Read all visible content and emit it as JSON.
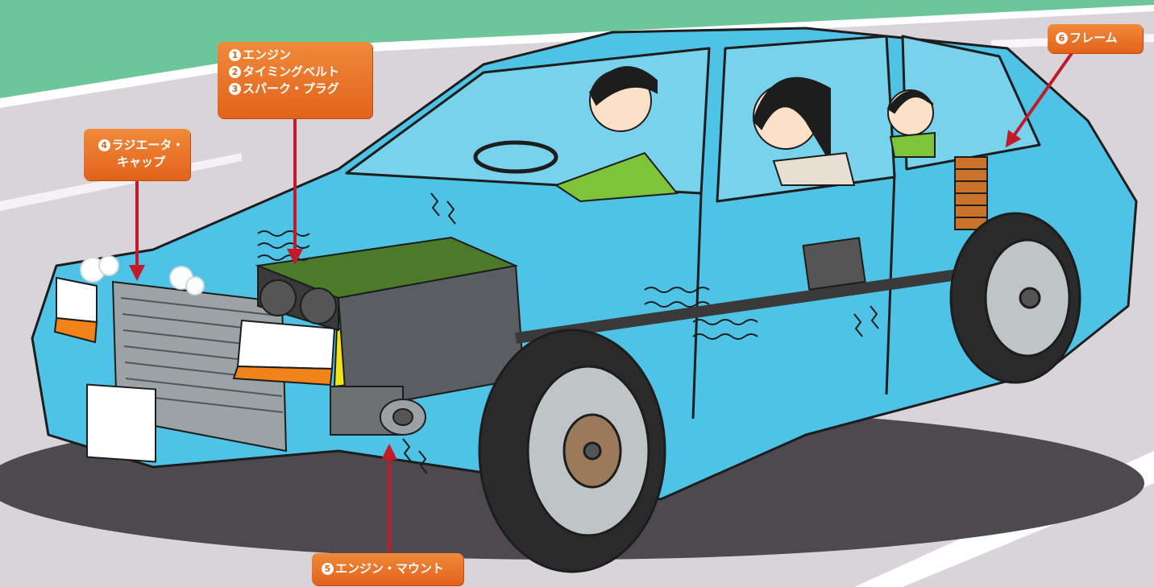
{
  "callouts": {
    "engine_group": [
      {
        "num": "1",
        "text": "エンジン"
      },
      {
        "num": "2",
        "text": "タイミングベルト"
      },
      {
        "num": "3",
        "text": "スパーク・プラグ"
      }
    ],
    "radiator": {
      "num": "4",
      "line1": "ラジエータ・",
      "line2": "キャップ"
    },
    "engine_mount": {
      "num": "5",
      "text": "エンジン・マウント"
    },
    "frame": {
      "num": "6",
      "text": "フレーム"
    }
  },
  "colors": {
    "road": "#d9d3da",
    "car_body": "#4ec3e6",
    "car_outline": "#1d1d1d",
    "callout_bg": "#e86f25",
    "arrow": "#c31a2a",
    "grass": "#6cc69a",
    "tire": "#2a2a2a",
    "engine": "#3a3a3a",
    "engine_green": "#4a7a2a",
    "headlight_yellow": "#f1e21a"
  }
}
